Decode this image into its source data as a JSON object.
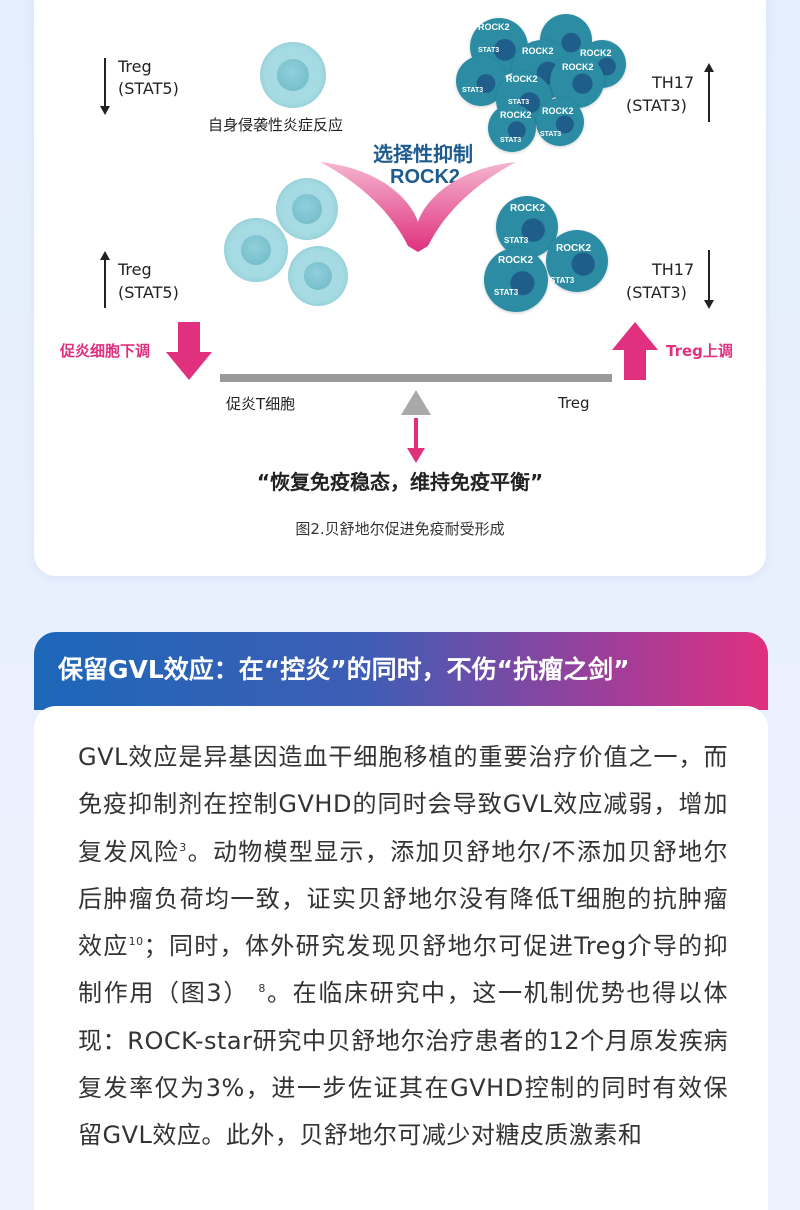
{
  "figure": {
    "treg_top": "Treg",
    "stat5_top": "(STAT5)",
    "autoimmune_label": "自身侵袭性炎症反应",
    "th17_top": "TH17",
    "stat3_top": "(STAT3)",
    "selective_line1": "选择性抑制",
    "selective_line2": "ROCK2",
    "treg_bottom": "Treg",
    "stat5_bottom": "(STAT5)",
    "th17_bottom": "TH17",
    "stat3_bottom": "(STAT3)",
    "down_label": "促炎细胞下调",
    "up_label": "Treg上调",
    "balance_left": "促炎T细胞",
    "balance_right": "Treg",
    "slogan": "“恢复免疫稳态，维持免疫平衡”",
    "caption": "图2.贝舒地尔促进免疫耐受形成",
    "rock2_label": "ROCK2",
    "stat3_label": "STAT3",
    "colors": {
      "magenta": "#e0307e",
      "teal": "#2b8ca3",
      "navy": "#1d5b8f",
      "gray_bar": "#9a9a9a"
    }
  },
  "section": {
    "title": "保留GVL效应：在“控炎”的同时，不伤“抗瘤之剑”",
    "paragraph": {
      "p1": "GVL效应是异基因造血干细胞移植的重要治疗价值之一，而免疫抑制剂在控制GVHD的同时会导致GVL效应减弱，增加复发风险",
      "ref1": "3",
      "p2": "。动物模型显示，添加贝舒地尔/不添加贝舒地尔后肿瘤负荷均一致，证实贝舒地尔没有降低T细胞的抗肿瘤效应",
      "ref2": "10",
      "p3": "；同时，体外研究发现贝舒地尔可促进Treg介导的抑制作用（图3）",
      "ref3": "8",
      "p4": "。在临床研究中，这一机制优势也得以体现：ROCK-star研究中贝舒地尔治疗患者的12个月原发疾病复发率仅为3%，进一步佐证其在GVHD控制的同时有效保留GVL效应。此外，贝舒地尔可减少对糖皮质激素和"
    }
  }
}
